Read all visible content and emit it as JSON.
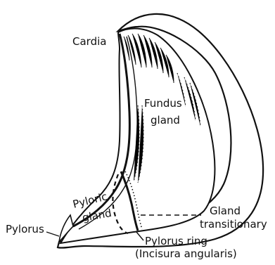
{
  "diagram": {
    "labels": {
      "cardia": "Cardia",
      "fundus_line1": "Fundus",
      "fundus_line2": "gland",
      "pyloric_line1": "Pyloric",
      "pyloric_line2": "gland",
      "pylorus": "Pylorus",
      "gland_line1": "Gland",
      "gland_line2": "transitionary",
      "pylorus_ring_line1": "Pylorus ring",
      "pylorus_ring_line2": "(Incisura angularis)"
    },
    "colors": {
      "ink": "#111111",
      "background": "#ffffff"
    }
  }
}
